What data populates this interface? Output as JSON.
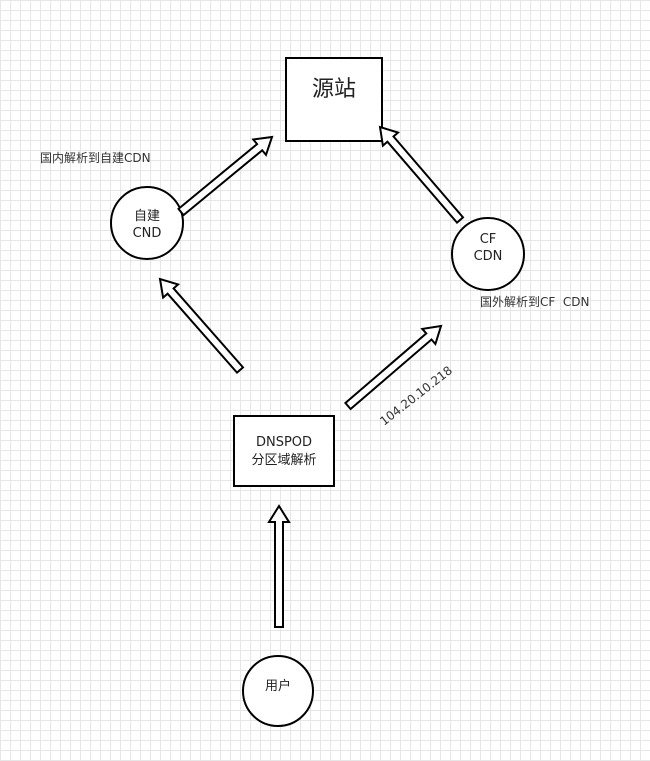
{
  "nodes": {
    "origin": {
      "label": "源站"
    },
    "self_cdn": {
      "line1": "自建",
      "line2": "CND"
    },
    "cf_cdn": {
      "line1": "CF",
      "line2": "CDN"
    },
    "dnspod": {
      "line1": "DNSPOD",
      "line2": "分区域解析"
    },
    "user": {
      "label": "用户"
    }
  },
  "annotations": {
    "domestic": "国内解析到自建CDN",
    "foreign": "国外解析到CF  CDN",
    "ip": "104.20.10.218"
  }
}
